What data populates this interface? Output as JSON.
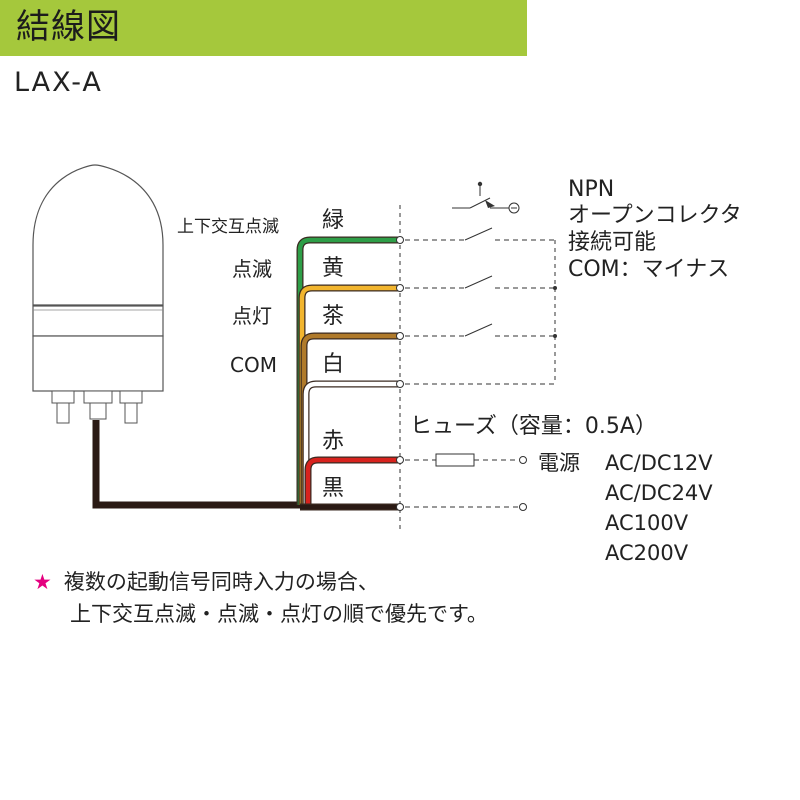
{
  "header": {
    "title": "結線図",
    "bar_color": "#a5c83c"
  },
  "model": "LAX-A",
  "device": {
    "function_labels": [
      "上下交互点滅",
      "点滅",
      "点灯",
      "COM"
    ]
  },
  "wires": [
    {
      "label": "緑",
      "color": "#2e9e48"
    },
    {
      "label": "黄",
      "color": "#f2b52e"
    },
    {
      "label": "茶",
      "color": "#b07a2a"
    },
    {
      "label": "白",
      "color": "#ffffff"
    },
    {
      "label": "赤",
      "color": "#d8231e"
    },
    {
      "label": "黒",
      "color": "#2a1a14"
    }
  ],
  "npn_note": [
    "NPN",
    "オープンコレクタ",
    "接続可能",
    "COM：マイナス"
  ],
  "fuse_label": "ヒューズ（容量：0.5A）",
  "power": {
    "label": "電源",
    "options": [
      "AC/DC12V",
      "AC/DC24V",
      "AC100V",
      "AC200V"
    ]
  },
  "note": {
    "star": "★",
    "line1": "複数の起動信号同時入力の場合、",
    "line2": "上下交互点滅・点滅・点灯の順で優先です。",
    "star_color": "#e4007f"
  }
}
